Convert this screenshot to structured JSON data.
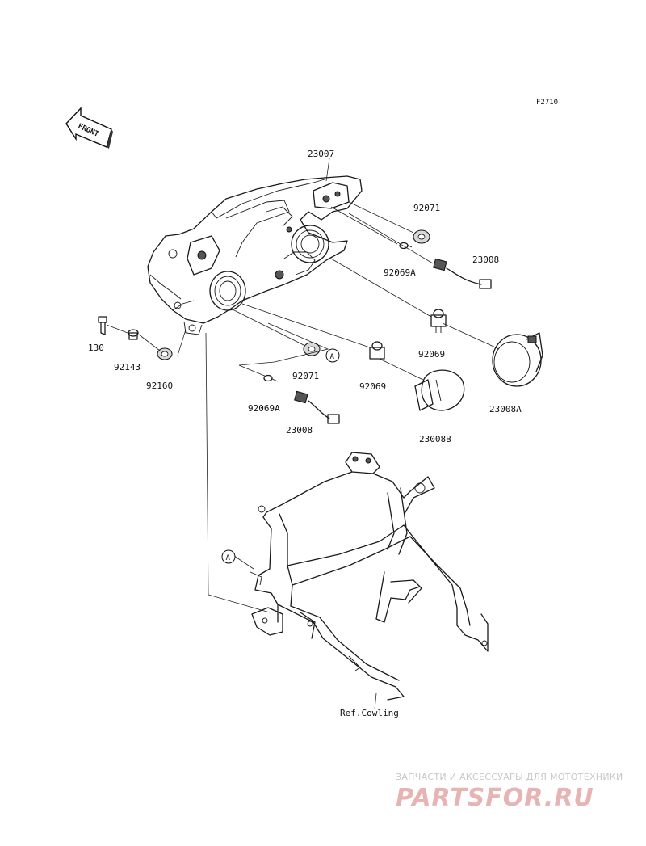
{
  "figure_code": "F2710",
  "front_label": "FRONT",
  "callout_letter": "A",
  "parts": {
    "headlight_housing": "23007",
    "grommet_upper": "92071",
    "bulb_wedge_upper": "92069A",
    "socket_upper": "23008",
    "bulb_h7_upper": "92069",
    "cap_upper": "23008A",
    "bolt": "130",
    "collar": "92143",
    "grommet_mount": "92160",
    "grommet_lower": "92071",
    "bulb_h7_lower": "92069",
    "bulb_wedge_lower": "92069A",
    "socket_lower": "23008",
    "cap_lower": "23008B"
  },
  "ref_label": "Ref.Cowling",
  "watermark": {
    "tagline": "ЗАПЧАСТИ И АКСЕССУАРЫ ДЛЯ МОТОТЕХНИКИ",
    "brand": "PARTSFOR.RU"
  }
}
